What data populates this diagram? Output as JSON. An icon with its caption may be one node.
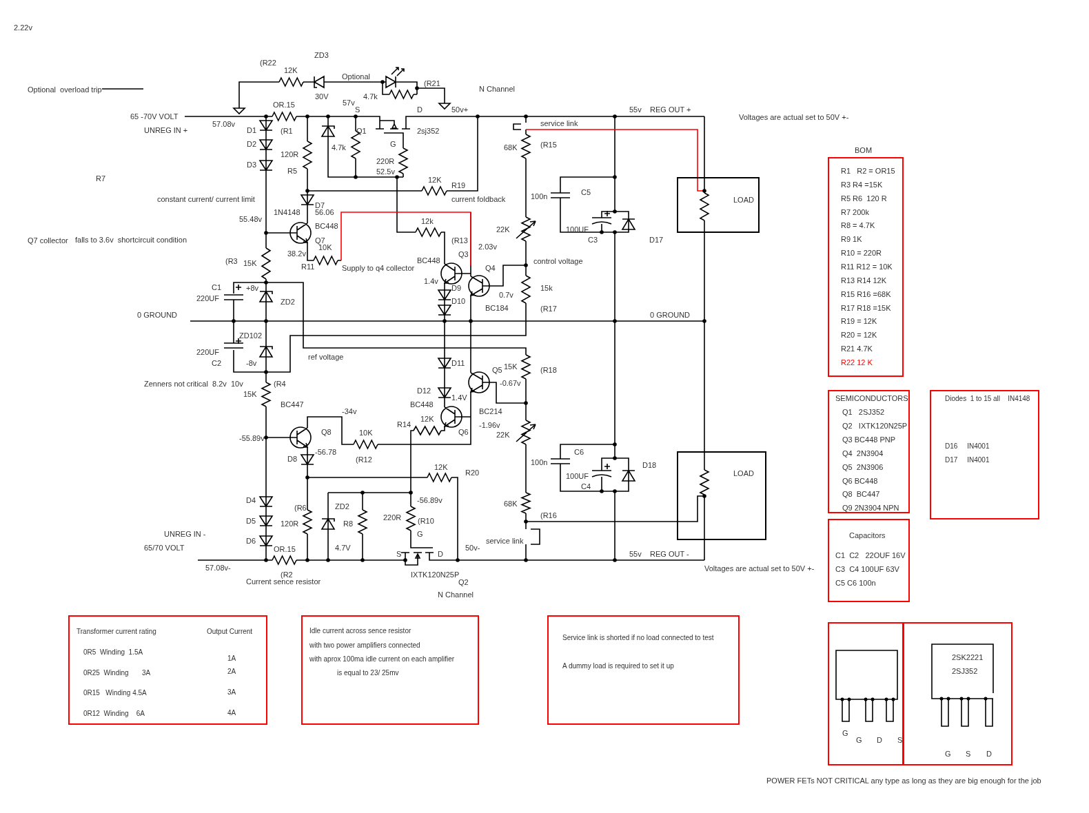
{
  "diagram": {
    "nodes": [
      {
        "text": [
          "LOAD"
        ]
      },
      {
        "text": [
          "LOAD"
        ]
      },
      {
        "text": [
          "BOM",
          "R1   R2 = OR15",
          "R3 R4 =15K",
          "R5 R6  120 R",
          "R7 200k",
          "R8 = 4.7K",
          "R9 1K",
          "R10 = 220R",
          "R11 R12 = 10K",
          "R13 R14 12K",
          "R15 R16 =68K",
          "R17 R18 =15K",
          "R19 = 12K",
          "R20 = 12K",
          "R21 4.7K",
          "R22 12 K"
        ]
      },
      {
        "text": [
          "SEMICONDUCTORS",
          "Q1   2SJ352",
          "Q2   IXTK120N25P",
          "Q3 BC448 PNP",
          "Q4  2N3904",
          "Q5  2N3906",
          "Q6 BC448",
          "Q8  BC447",
          "Q9 2N3904 NPN"
        ]
      },
      {
        "text": [
          "Diodes  1 to 15 all    IN4148",
          "D16     IN4001",
          "D17     IN4001"
        ]
      },
      {
        "text": [
          "Capacitors",
          "C1  C2   22OUF 16V",
          "C3  C4 100UF 63V",
          "C5 C6 100n"
        ]
      },
      {
        "text": [
          "Transformer current rating",
          "Output Current",
          "0R5  Winding  1.5A",
          "1A",
          "0R25  Winding       3A",
          "2A",
          "0R15   Winding 4.5A",
          "3A",
          "0R12  Winding    6A",
          "4A"
        ]
      },
      {
        "text": [
          "Idle current across sence resistor",
          "with two power amplifiers connected",
          "with aprox 100ma idle current on each amplifier",
          "is equal to 23/ 25mv"
        ]
      },
      {
        "text": [
          "Service link is shorted if no load connected to test",
          "A dummy load is required to set it up"
        ]
      },
      {
        "text": [
          "G",
          "G",
          "D",
          "S"
        ]
      },
      {
        "text": [
          "2SK2221",
          "2SJ352",
          "G",
          "S",
          "D"
        ]
      }
    ],
    "labels": [
      "2.22v",
      "ZD3",
      "(R22",
      "12K",
      "Optional",
      "Optional  overload trip",
      "(R21",
      "N Channel",
      "30V",
      "4.7k",
      "OR.15",
      "57v",
      "S",
      "D",
      "50v+",
      "55v",
      "REG OUT +",
      "65 -70V VOLT",
      "57.08v",
      "service link",
      "Voltages are actual set to 50V +-",
      "UNREG IN +",
      "D1",
      "(R1",
      "Q1",
      "2sj352",
      "D2",
      "4.7k",
      "G",
      "68K",
      "(R15",
      "120R",
      "D3",
      "R5",
      "220R",
      "52.5v",
      "R7",
      "12K",
      "R19",
      "constant current/ current limit",
      "current foldback",
      "100n",
      "C5",
      "1N4148",
      "D7",
      "56.06",
      "55.48v",
      "12k",
      "BC448",
      "22K",
      "100UF",
      "Q7 collector",
      "falls to 3.6v  shortcircuit condition",
      "Q7",
      "(R13",
      "C3",
      "D17",
      "10K",
      "2.03v",
      "38.2v",
      "Q3",
      "(R3",
      "15K",
      "BC448",
      "control voltage",
      "R11",
      "Supply to q4 collector",
      "Q4",
      "C1",
      "+8v",
      "1.4v",
      "D9",
      "15k",
      "220UF",
      "ZD2",
      "D10",
      "0.7v",
      "BC184",
      "(R17",
      "0 GROUND",
      "0 GROUND",
      "ZD102",
      "220UF",
      "C2",
      "-8v",
      "ref voltage",
      "D11",
      "Q5",
      "15K",
      "(R18",
      "Zenners not critical  8.2v  10v",
      "(R4",
      "-0.67v",
      "15K",
      "D12",
      "1.4V",
      "BC447",
      "-34v",
      "BC448",
      "BC214",
      "R14",
      "12K",
      "-1.96v",
      "Q8",
      "10K",
      "Q6",
      "22K",
      "-55.89v",
      "D8",
      "-56.78",
      "(R12",
      "C6",
      "12K",
      "100n",
      "D18",
      "R20",
      "100UF",
      "C4",
      "D4",
      "(R6",
      "ZD2",
      "-56.89v",
      "68K",
      "D5",
      "120R",
      "R8",
      "220R",
      "(R10",
      "(R16",
      "UNREG IN -",
      "G",
      "D6",
      "service link",
      "65/70 VOLT",
      "OR.15",
      "4.7V",
      "S",
      "D",
      "50v-",
      "55v",
      "REG OUT -",
      "57.08v-",
      "(R2",
      "IXTK120N25P",
      "Voltages are actual set to 50V +-",
      "Current sence resistor",
      "Q2",
      "N Channel",
      "POWER FETs NOT CRITICAL any type as long as they are big enough for the job"
    ]
  }
}
